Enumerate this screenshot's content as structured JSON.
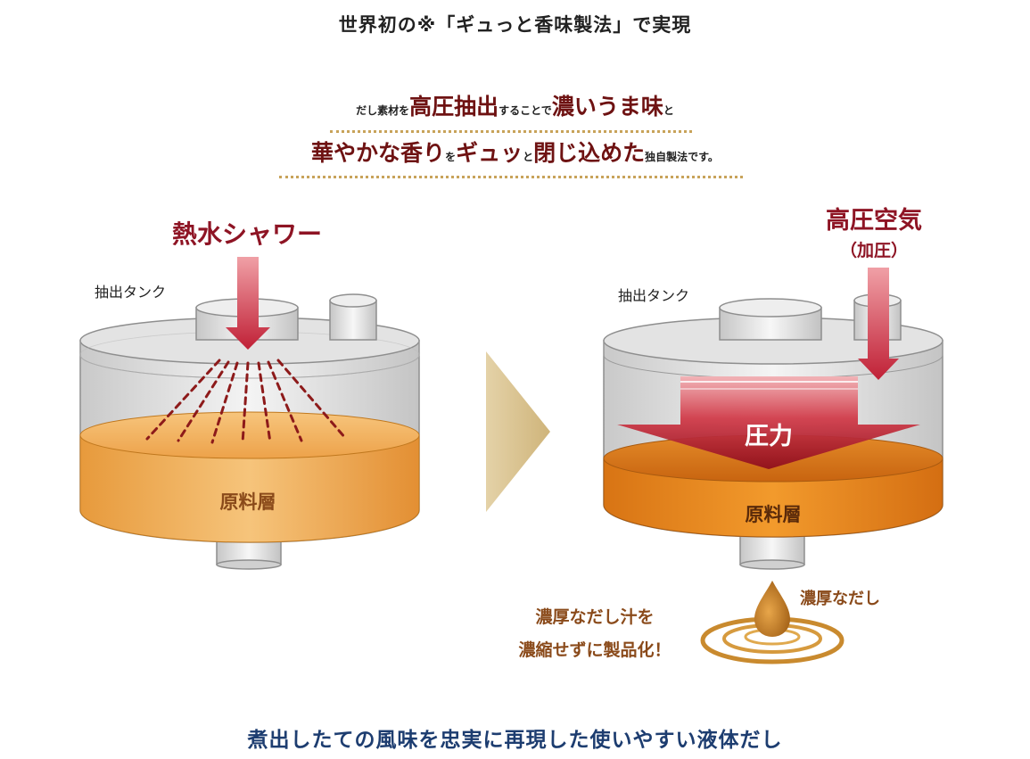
{
  "title": "世界初の※「ギュっと香味製法」で実現",
  "tagline": {
    "line1": [
      {
        "text": "だし素材を",
        "style": "sm"
      },
      {
        "text": "高圧抽出",
        "style": "lg"
      },
      {
        "text": "することで",
        "style": "sm"
      },
      {
        "text": "濃いうま味",
        "style": "lg"
      },
      {
        "text": "と",
        "style": "sm"
      }
    ],
    "line2": [
      {
        "text": "華やかな香り",
        "style": "lg"
      },
      {
        "text": "を",
        "style": "sm"
      },
      {
        "text": "ギュッ",
        "style": "lg"
      },
      {
        "text": "と",
        "style": "sm"
      },
      {
        "text": "閉じ込めた",
        "style": "lg"
      },
      {
        "text": "独自製法です。",
        "style": "sm"
      }
    ]
  },
  "left": {
    "shower_label": "熱水シャワー",
    "tank_label": "抽出タンク",
    "layer_label": "原料層"
  },
  "right": {
    "air_label": "高圧空気",
    "air_sub": "（加圧）",
    "tank_label": "抽出タンク",
    "pressure_label": "圧力",
    "layer_label": "原料層",
    "drop_label": "濃厚なだし",
    "note_line1": "濃厚なだし汁を",
    "note_line2": "濃縮せずに製品化！"
  },
  "bottom_caption": "煮出したての風味を忠実に再現した使いやすい液体だし",
  "colors": {
    "title": "#222222",
    "accent_dark_red": "#6e1212",
    "arrow_red": "#c8283a",
    "orange": "#e8a040",
    "brown_text": "#8a4a1a",
    "caption_blue": "#1d3d70",
    "dots_gold": "#c8a35a",
    "chevron_tan": "#d8c190"
  }
}
